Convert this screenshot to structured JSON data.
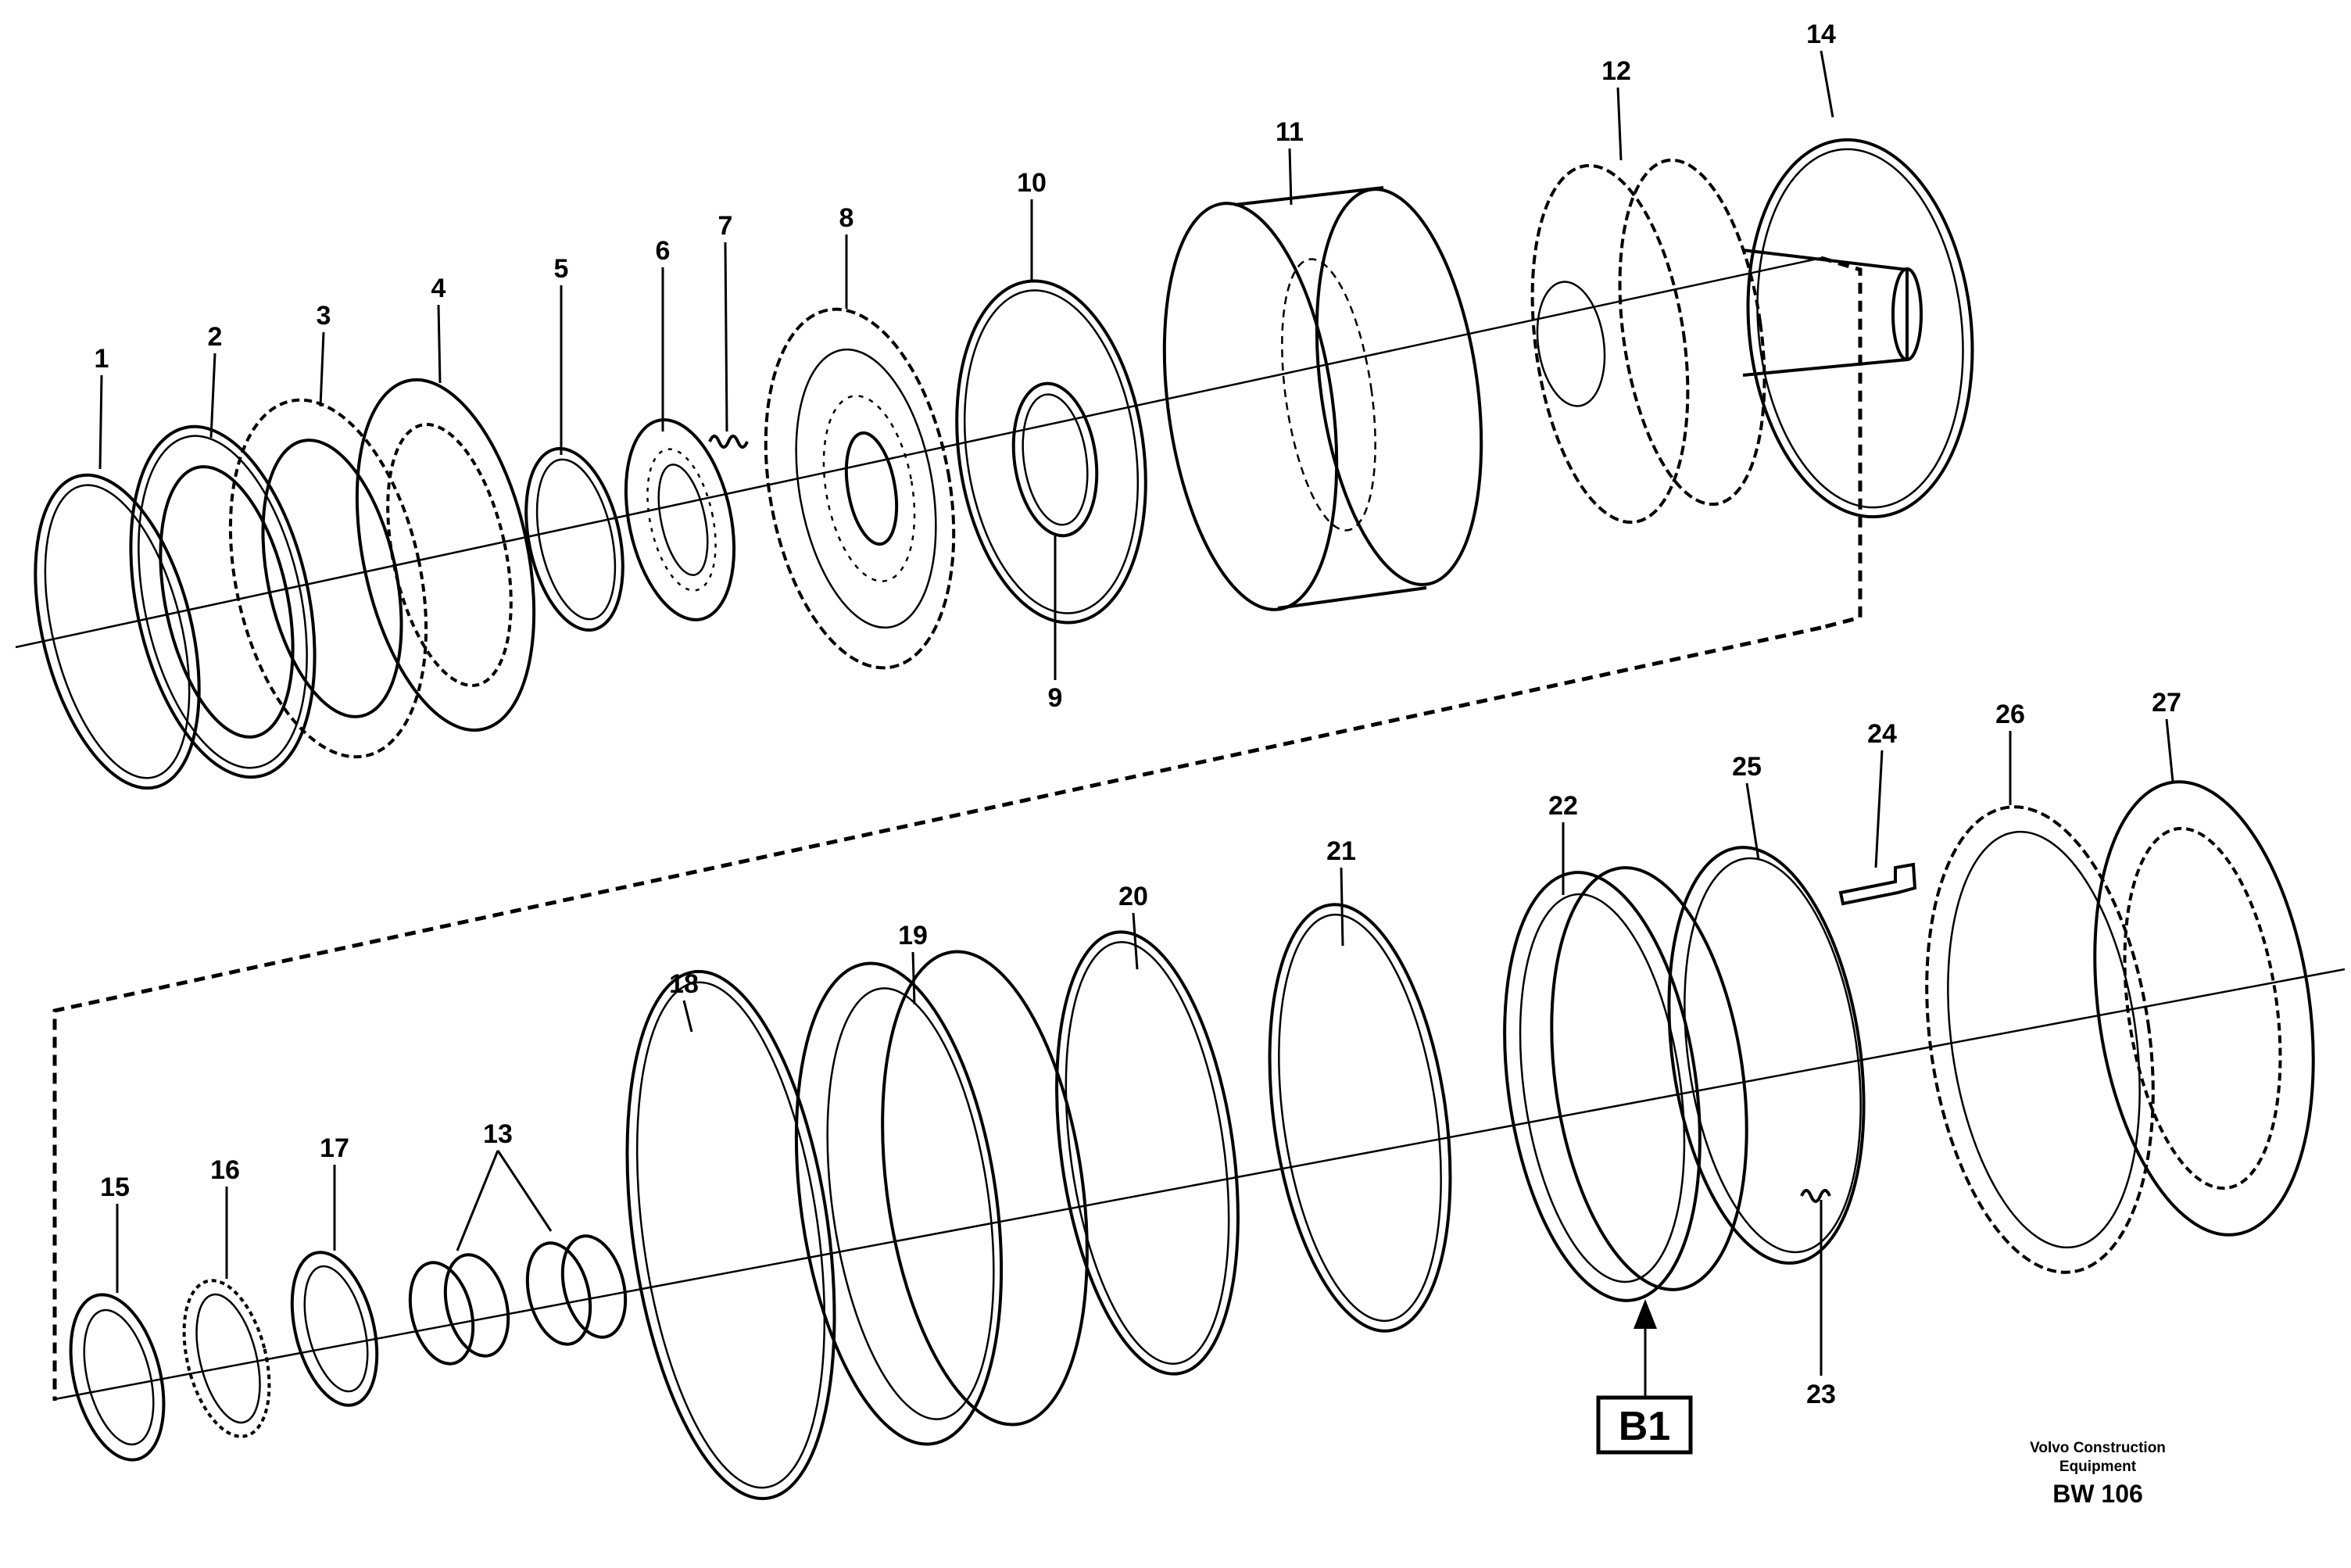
{
  "callouts": {
    "c1": "1",
    "c2": "2",
    "c3": "3",
    "c4": "4",
    "c5": "5",
    "c6": "6",
    "c7": "7",
    "c8": "8",
    "c9": "9",
    "c10": "10",
    "c11": "11",
    "c12": "12",
    "c13": "13",
    "c14": "14",
    "c15": "15",
    "c16": "16",
    "c17": "17",
    "c18": "18",
    "c19": "19",
    "c20": "20",
    "c21": "21",
    "c22": "22",
    "c23": "23",
    "c24": "24",
    "c25": "25",
    "c26": "26",
    "c27": "27"
  },
  "reference_box": "B1",
  "footer": {
    "credit_line1": "Volvo Construction",
    "credit_line2": "Equipment",
    "drawing_code": "BW 106"
  }
}
